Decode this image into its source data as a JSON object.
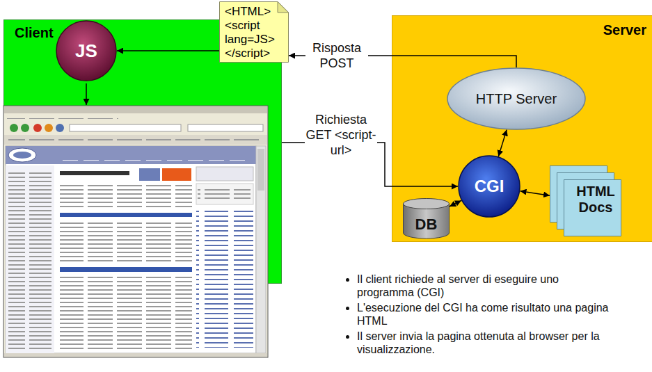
{
  "diagram": {
    "nodes": [
      {
        "text": [
          "Client"
        ]
      },
      {
        "text": [
          "JS"
        ],
        "in": 0
      },
      {
        "text": [
          "<HTML> <script lang=JS> </script>"
        ]
      },
      {
        "text": [
          "Server"
        ]
      },
      {
        "text": [
          "HTTP Server"
        ],
        "in": 3
      },
      {
        "text": [
          "CGI"
        ],
        "in": 3
      },
      {
        "text": [
          "HTML Docs"
        ],
        "in": 3
      },
      {
        "text": [
          "DB"
        ],
        "in": 3
      }
    ],
    "edges": [
      {
        "from": 2,
        "to": 1,
        "arrow": "to"
      },
      {
        "from": 4,
        "to": 2,
        "label": "Risposta POST",
        "arrow": "to"
      },
      {
        "from": 0,
        "to": 5,
        "label": "Richiesta GET <script-url>",
        "arrow": "to"
      },
      {
        "from": 4,
        "to": 5,
        "arrow": "both"
      },
      {
        "from": 5,
        "to": 6,
        "arrow": "both"
      },
      {
        "from": 5,
        "to": 7,
        "arrow": "both"
      }
    ],
    "labels": [
      "Il client richiede al server di eseguire uno programma (CGI)",
      "L'esecuzione del CGI ha come risultato una pagina HTML",
      "Il server invia la pagina ottenuta al browser per la visualizzazione."
    ]
  }
}
